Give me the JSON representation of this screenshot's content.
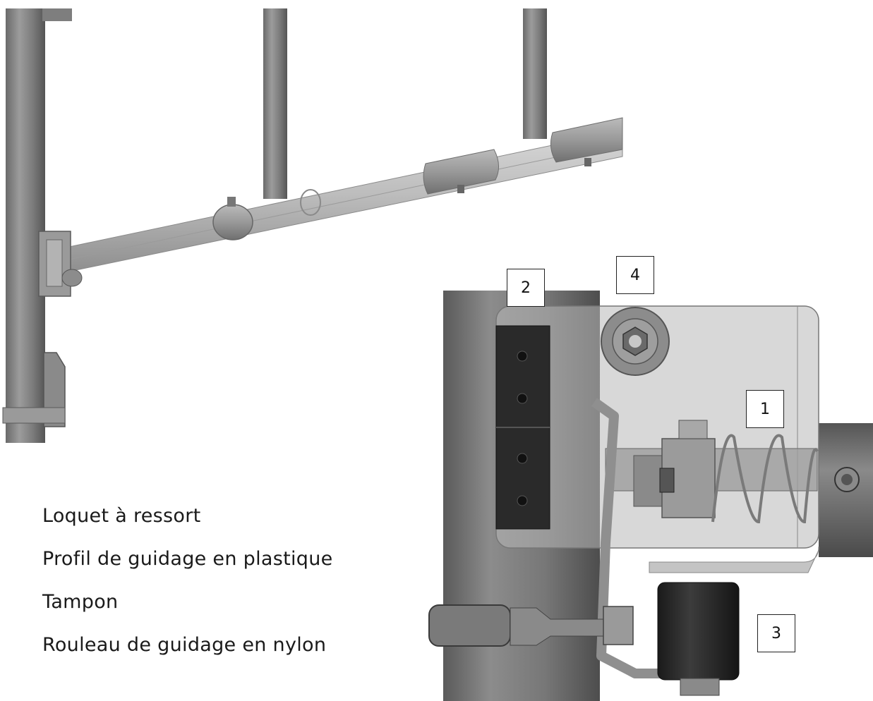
{
  "callouts": [
    {
      "number": "1",
      "label": "Loquet à ressort"
    },
    {
      "number": "2",
      "label": "Profil de guidage en plastique"
    },
    {
      "number": "3",
      "label": "Tampon"
    },
    {
      "number": "4",
      "label": "Rouleau de guidage en nylon"
    }
  ],
  "colors": {
    "steel_dark": "#5f5f5f",
    "steel_mid": "#8b8b8b",
    "steel_light": "#c4c4c4",
    "plastic_black": "#2a2a2a",
    "panel_translucent": "#b8b8b8"
  },
  "icons": [
    "gate-overview-drawing",
    "latch-detail-drawing"
  ]
}
